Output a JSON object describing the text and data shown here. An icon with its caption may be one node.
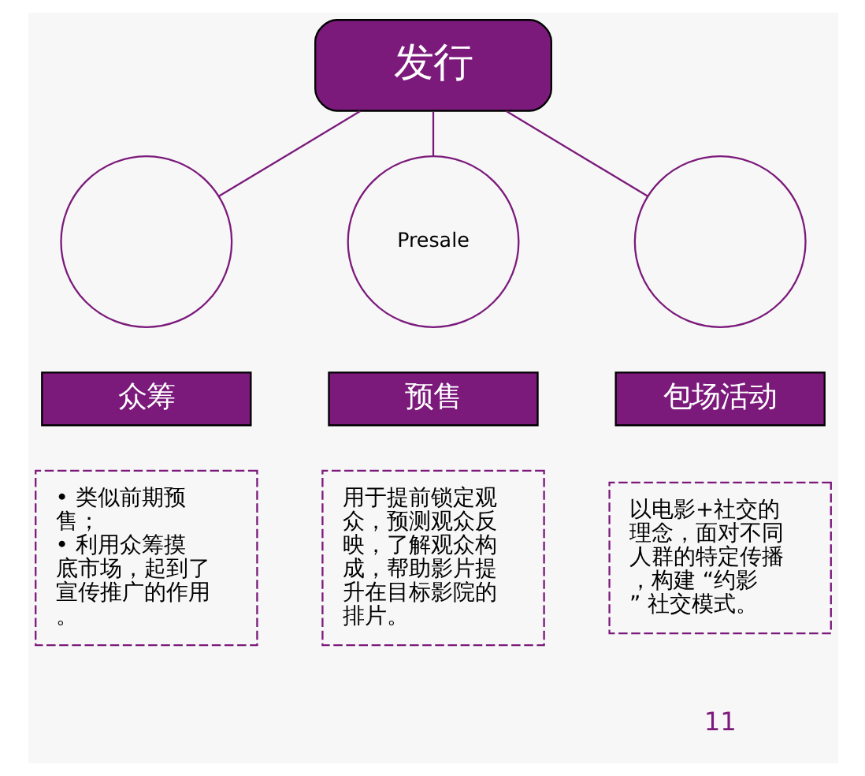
{
  "diagram": {
    "nodes": [
      {
        "text": [
          "发行"
        ]
      },
      {
        "text": [],
        "shape": "circle"
      },
      {
        "text": [
          "Presale"
        ]
      },
      {
        "text": [],
        "shape": "circle"
      },
      {
        "text": [
          "众筹"
        ]
      },
      {
        "text": [
          "预售"
        ]
      },
      {
        "text": [
          "包场活动"
        ]
      },
      {
        "text": [
          "• 类似前期预售；",
          "• 利用众筹摸底市场，起到了宣传推广的作用。"
        ]
      },
      {
        "text": [
          "用于提前锁定观众，预测观众反映，了解观众构成，帮助影片提升在目标影院的排片。"
        ]
      },
      {
        "text": [
          "以电影+社交的理念，面对不同人群的特定传播，构建 “约影” 社交模式。"
        ]
      }
    ],
    "edges": [
      {
        "from": 0,
        "to": 1,
        "arrow": "none"
      },
      {
        "from": 0,
        "to": 2,
        "arrow": "none"
      },
      {
        "from": 0,
        "to": 3,
        "arrow": "none"
      }
    ],
    "labels": [
      "11"
    ]
  }
}
